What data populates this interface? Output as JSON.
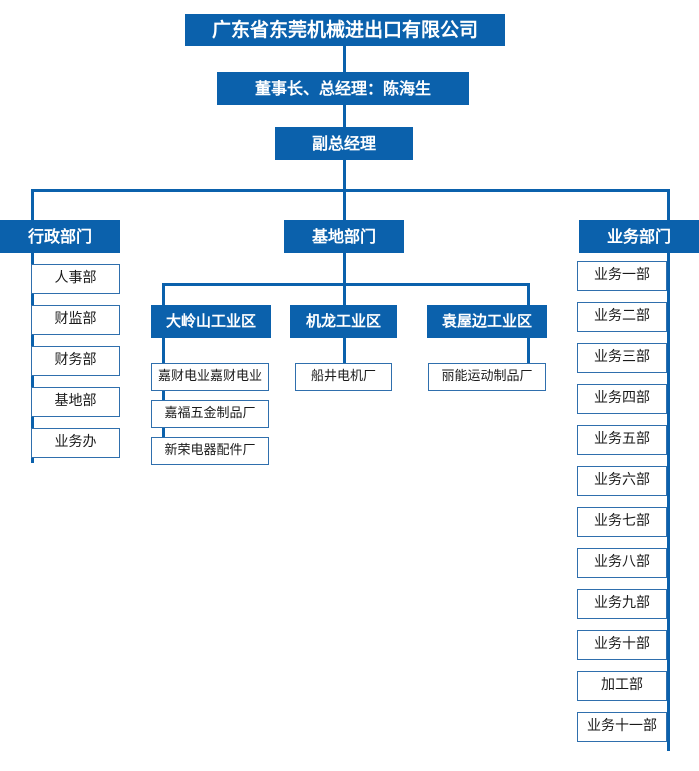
{
  "chart": {
    "title": "广东省东莞机械进出口有限公司",
    "root": {
      "label": "广东省东莞机械进出口有限公司"
    },
    "executives": [
      {
        "label": "董事长、总经理：陈海生"
      },
      {
        "label": "副总经理"
      }
    ],
    "divisions": [
      {
        "label": "行政部门",
        "children": [
          {
            "label": "人事部"
          },
          {
            "label": "财监部"
          },
          {
            "label": "财务部"
          },
          {
            "label": "基地部"
          },
          {
            "label": "业务办"
          }
        ]
      },
      {
        "label": "基地部门",
        "zones": [
          {
            "label": "大岭山工业区",
            "children": [
              {
                "label": "嘉财电业嘉财电业"
              },
              {
                "label": "嘉福五金制品厂"
              },
              {
                "label": "新荣电器配件厂"
              }
            ]
          },
          {
            "label": "机龙工业区",
            "children": [
              {
                "label": "船井电机厂"
              }
            ]
          },
          {
            "label": "袁屋边工业区",
            "children": [
              {
                "label": "丽能运动制品厂"
              }
            ]
          }
        ]
      },
      {
        "label": "业务部门",
        "children": [
          {
            "label": "业务一部"
          },
          {
            "label": "业务二部"
          },
          {
            "label": "业务三部"
          },
          {
            "label": "业务四部"
          },
          {
            "label": "业务五部"
          },
          {
            "label": "业务六部"
          },
          {
            "label": "业务七部"
          },
          {
            "label": "业务八部"
          },
          {
            "label": "业务九部"
          },
          {
            "label": "业务十部"
          },
          {
            "label": "加工部"
          },
          {
            "label": "业务十一部"
          }
        ]
      }
    ],
    "colors": {
      "box_fill": "#0b61ac",
      "box_text": "#ffffff",
      "leaf_border": "#2f6fad",
      "leaf_text": "#1a1a1a",
      "connector": "#0b61ac",
      "background": "#ffffff"
    }
  }
}
